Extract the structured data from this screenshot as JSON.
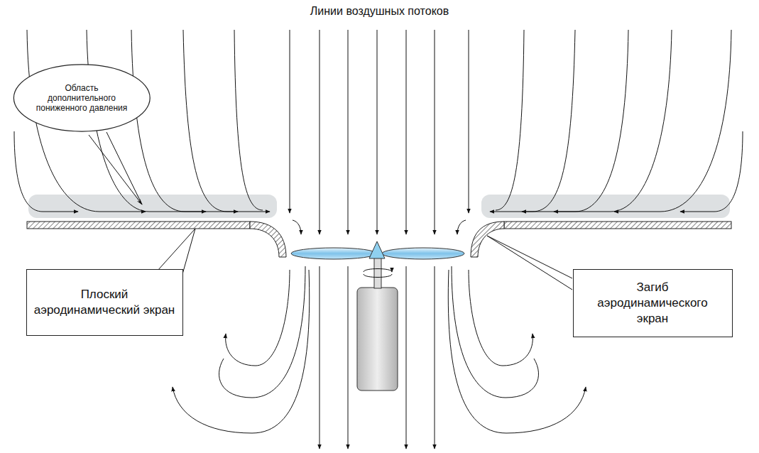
{
  "diagram": {
    "title": "Линии воздушных потоков",
    "nodes": [
      {
        "text": [
          "Область дополнительного пониженного давления"
        ]
      },
      {
        "text": [
          "Плоский аэродинамический экран"
        ]
      },
      {
        "text": [
          "Загиб аэродинамического экран"
        ]
      }
    ]
  }
}
